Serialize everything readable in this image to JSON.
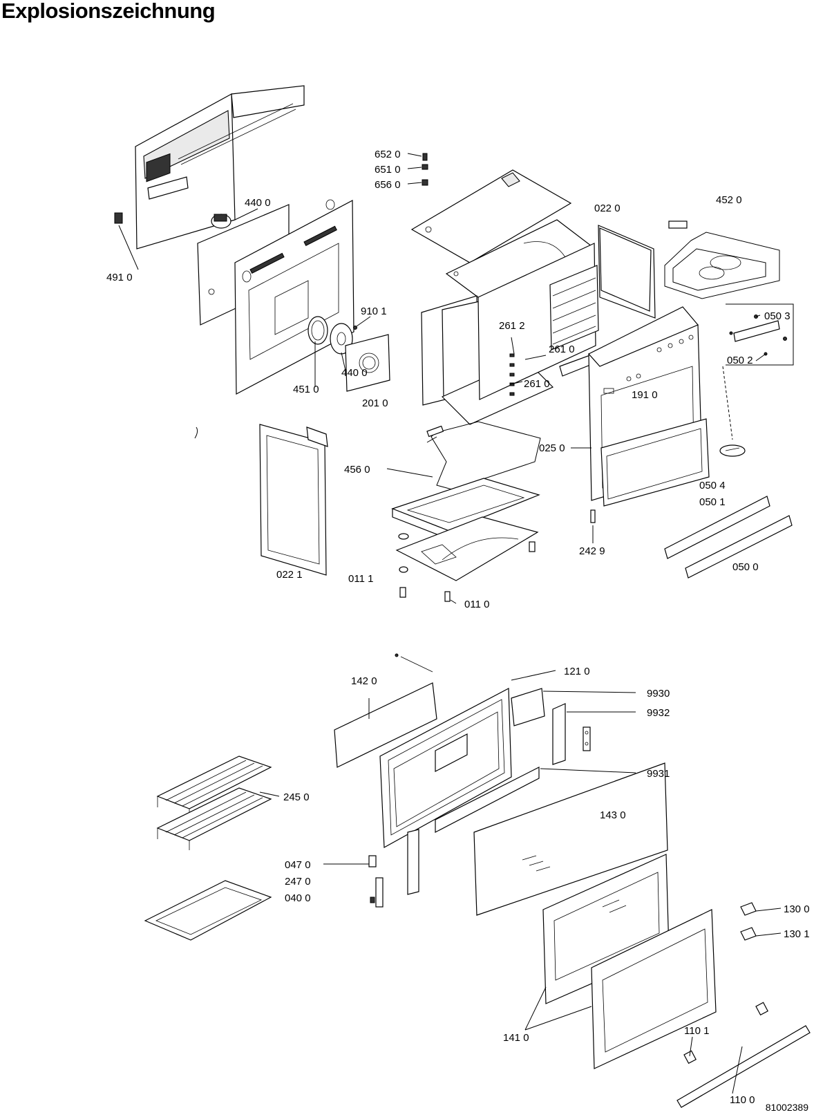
{
  "page": {
    "title": "Explosionszeichnung",
    "document_number": "81002389"
  },
  "labels": {
    "l6520": "652 0",
    "l6510": "651 0",
    "l6560": "656 0",
    "l4400a": "440 0",
    "l4910": "491 0",
    "l0220": "022 0",
    "l4520": "452 0",
    "l9101": "910 1",
    "l2612": "261 2",
    "l2610a": "261 0",
    "l2610b": "261 0",
    "l0503": "050 3",
    "l0502": "050 2",
    "l4400b": "440 0",
    "l4510": "451 0",
    "l2010": "201 0",
    "l1910": "191 0",
    "l0250": "025 0",
    "l4560": "456 0",
    "l0504": "050 4",
    "l0501": "050 1",
    "l0221": "022 1",
    "l0111": "011 1",
    "l2429": "242 9",
    "l0500": "050 0",
    "l0110": "011 0",
    "l1420": "142 0",
    "l1210": "121 0",
    "l9930": "9930",
    "l9932": "9932",
    "l9931": "9931",
    "l2450": "245 0",
    "l1430": "143 0",
    "l0470": "047 0",
    "l2470": "247 0",
    "l0400": "040 0",
    "l1300": "130 0",
    "l1301": "130 1",
    "l1101": "110 1",
    "l1410": "141 0",
    "l1100": "110 0"
  }
}
